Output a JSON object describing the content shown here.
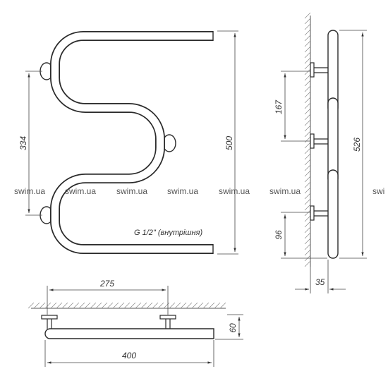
{
  "dimensions": {
    "front_mount_spacing": "334",
    "front_height": "500",
    "side_upper_spacing": "167",
    "side_height": "526",
    "side_bottom_offset": "96",
    "side_depth": "35",
    "top_mount_spacing": "275",
    "top_width": "400",
    "top_depth": "60"
  },
  "connection_note": "G 1/2\" (внутрішня)",
  "watermark": [
    "swim.ua",
    "swim.ua",
    "swim.ua",
    "swim.ua",
    "swim.ua",
    "swim.ua",
    "swi"
  ]
}
